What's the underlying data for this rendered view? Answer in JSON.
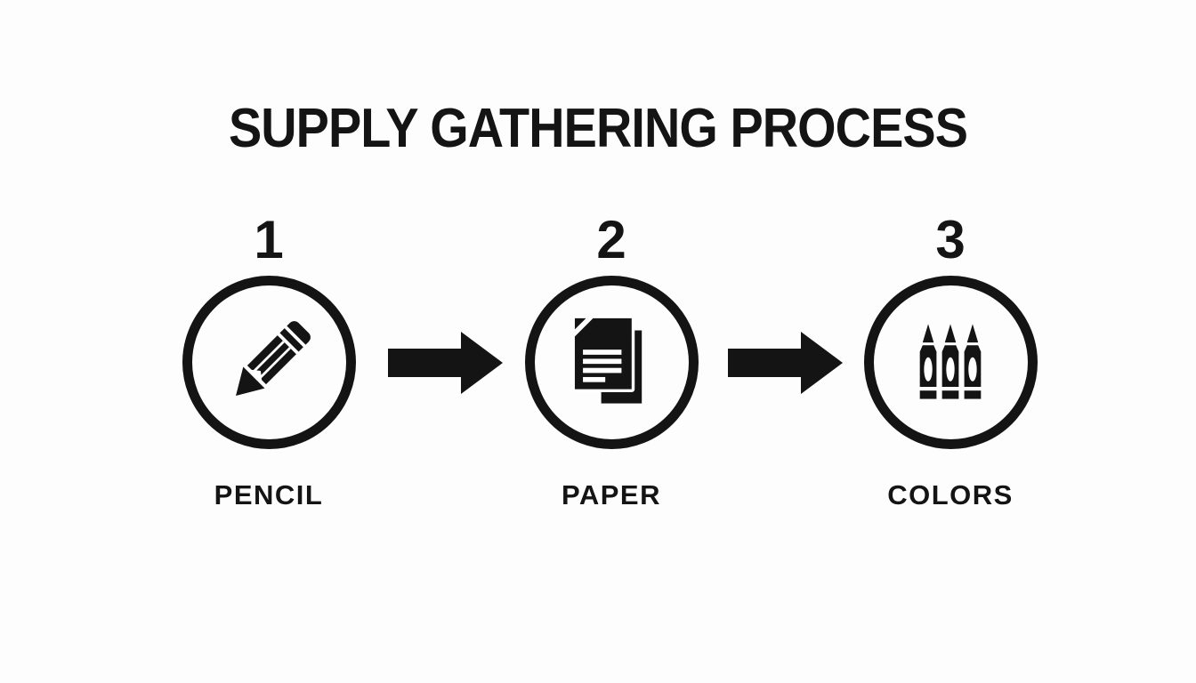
{
  "colors": {
    "background": "#fdfdfd",
    "ink": "#141414",
    "paper_white": "#ffffff"
  },
  "title": "SUPPLY GATHERING PROCESS",
  "steps": [
    {
      "number": "1",
      "label": "PENCIL",
      "icon": "pencil-icon"
    },
    {
      "number": "2",
      "label": "PAPER",
      "icon": "paper-icon"
    },
    {
      "number": "3",
      "label": "COLORS",
      "icon": "crayons-icon"
    }
  ],
  "connectors": [
    {
      "icon": "arrow-right-icon"
    },
    {
      "icon": "arrow-right-icon"
    }
  ]
}
